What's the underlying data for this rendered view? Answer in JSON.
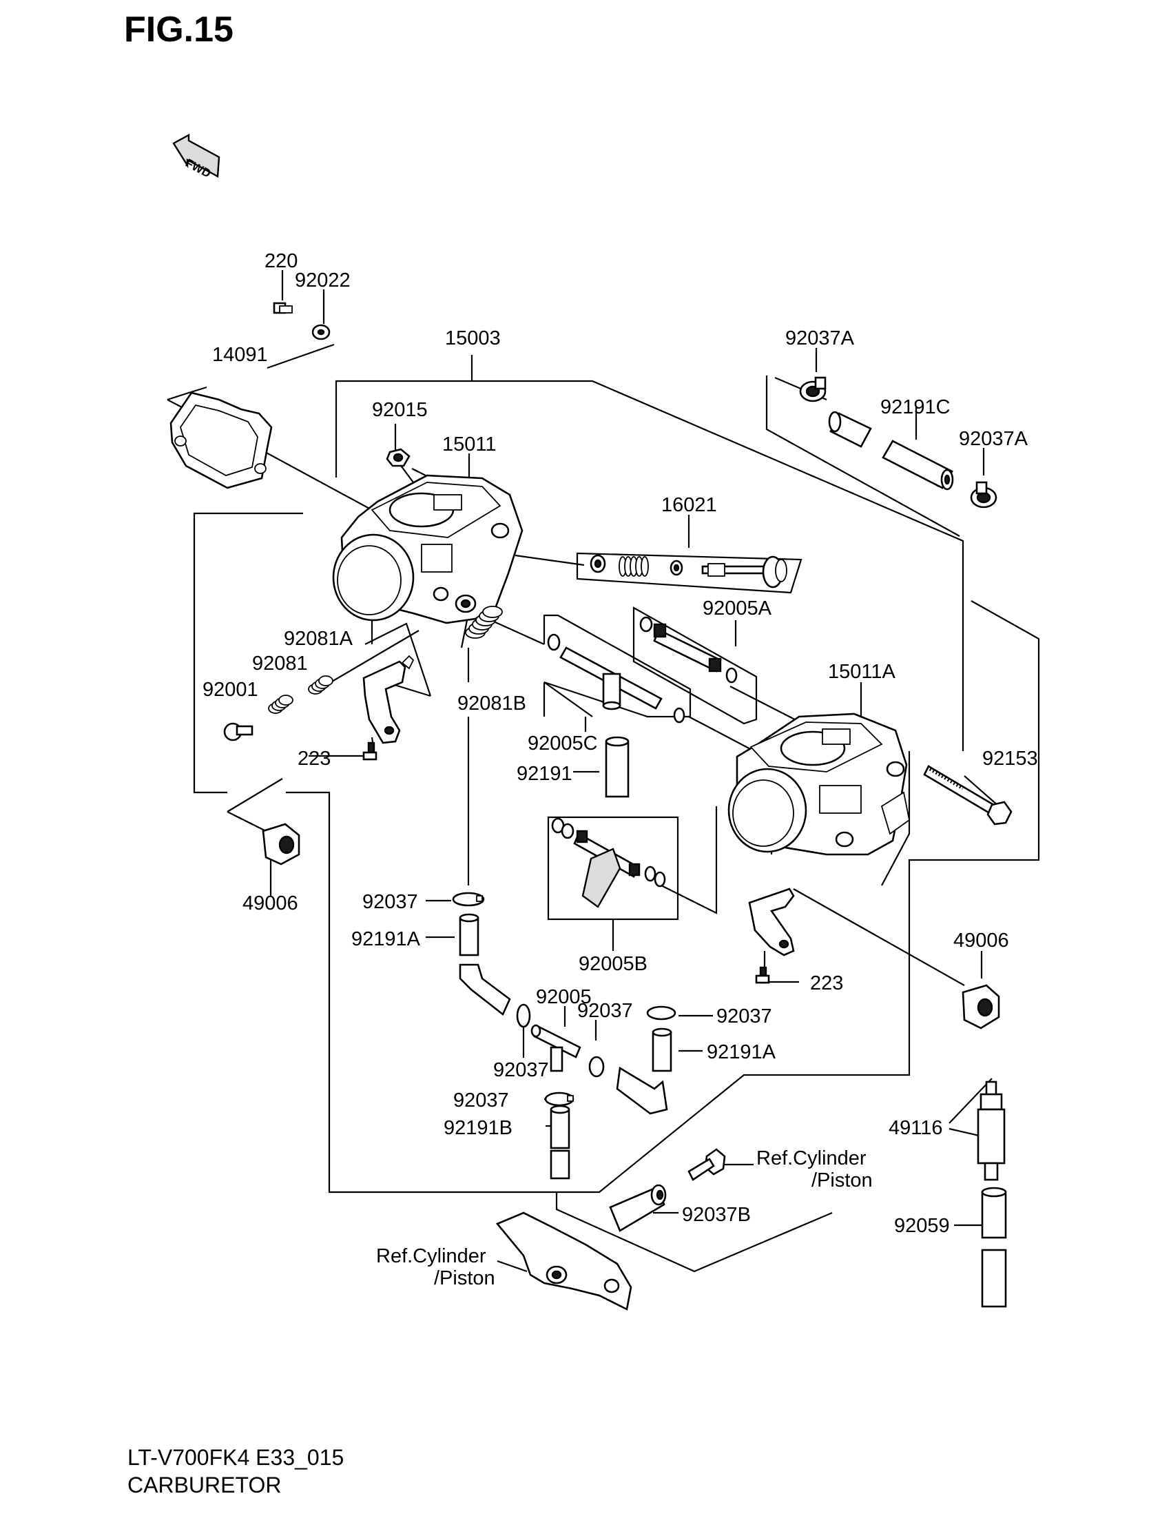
{
  "figure": {
    "title": "FIG.15",
    "model_code": "LT-V700FK4 E33_015",
    "section_name": "CARBURETOR",
    "direction_label": "FWD"
  },
  "callouts": {
    "c220": "220",
    "c92022": "92022",
    "c14091": "14091",
    "c15003": "15003",
    "c92015": "92015",
    "c15011": "15011",
    "c16021": "16021",
    "c92037A_top": "92037A",
    "c92191C": "92191C",
    "c92037A_right": "92037A",
    "c92005A": "92005A",
    "c15011A": "15011A",
    "c92081A": "92081A",
    "c92081": "92081",
    "c92001": "92001",
    "c223_left": "223",
    "c92081B": "92081B",
    "c92005C": "92005C",
    "c92191": "92191",
    "c92153": "92153",
    "c49006_left": "49006",
    "c92037_left": "92037",
    "c92191A_left": "92191A",
    "c92005B": "92005B",
    "c49006_right": "49006",
    "c223_right": "223",
    "c92005": "92005",
    "c92037_mid": "92037",
    "c92037_right": "92037",
    "c92191A_right": "92191A",
    "c92037_low": "92037",
    "c92037_bottom": "92037",
    "c92191B": "92191B",
    "c49116": "49116",
    "c92059": "92059",
    "c92037B": "92037B",
    "ref_right_line1": "Ref.Cylinder",
    "ref_right_line2": "/Piston",
    "ref_left_line1": "Ref.Cylinder",
    "ref_left_line2": "/Piston"
  }
}
